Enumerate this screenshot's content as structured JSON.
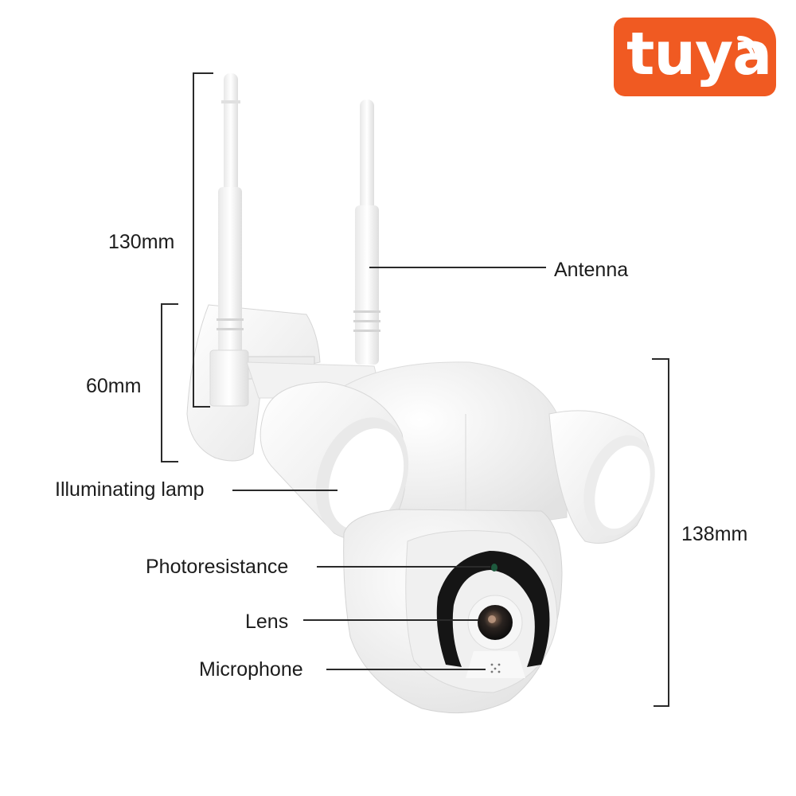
{
  "brand": {
    "logo_text": "tuya",
    "logo_color": "#f05a22",
    "logo_icon": "wifi-signal-icon"
  },
  "product": {
    "type": "outdoor PTZ security camera with floodlights",
    "body_color": "#f4f4f4"
  },
  "dimensions": {
    "antenna_height": "130mm",
    "mount_height": "60mm",
    "body_height": "138mm"
  },
  "callouts": {
    "antenna": "Antenna",
    "illuminating_lamp": "Illuminating lamp",
    "photoresistance": "Photoresistance",
    "lens": "Lens",
    "microphone": "Microphone"
  }
}
